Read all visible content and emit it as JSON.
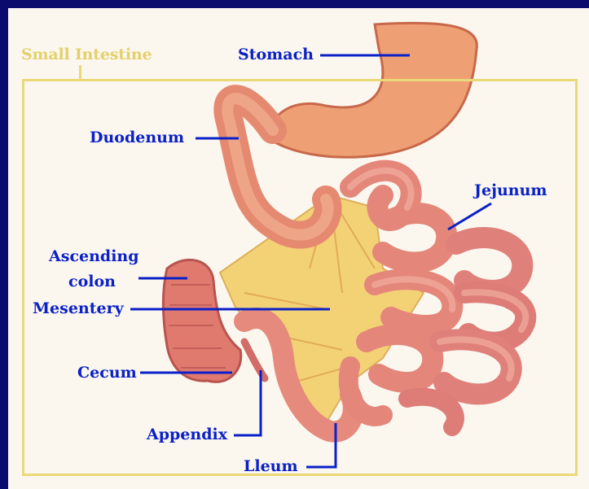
{
  "title": "Small Intestine",
  "labels": {
    "stomach": "Stomach",
    "duodenum": "Duodenum",
    "jejunum": "Jejunum",
    "ascending_colon_line1": "Ascending",
    "ascending_colon_line2": "colon",
    "mesentery": "Mesentery",
    "cecum": "Cecum",
    "appendix": "Appendix",
    "ileum": "Lleum"
  },
  "colors": {
    "background": "#0b0b6e",
    "frame": "#e9d978",
    "label": "#0a20c8",
    "intestine": "#e79a8a",
    "mesentery": "#f3cf69"
  }
}
